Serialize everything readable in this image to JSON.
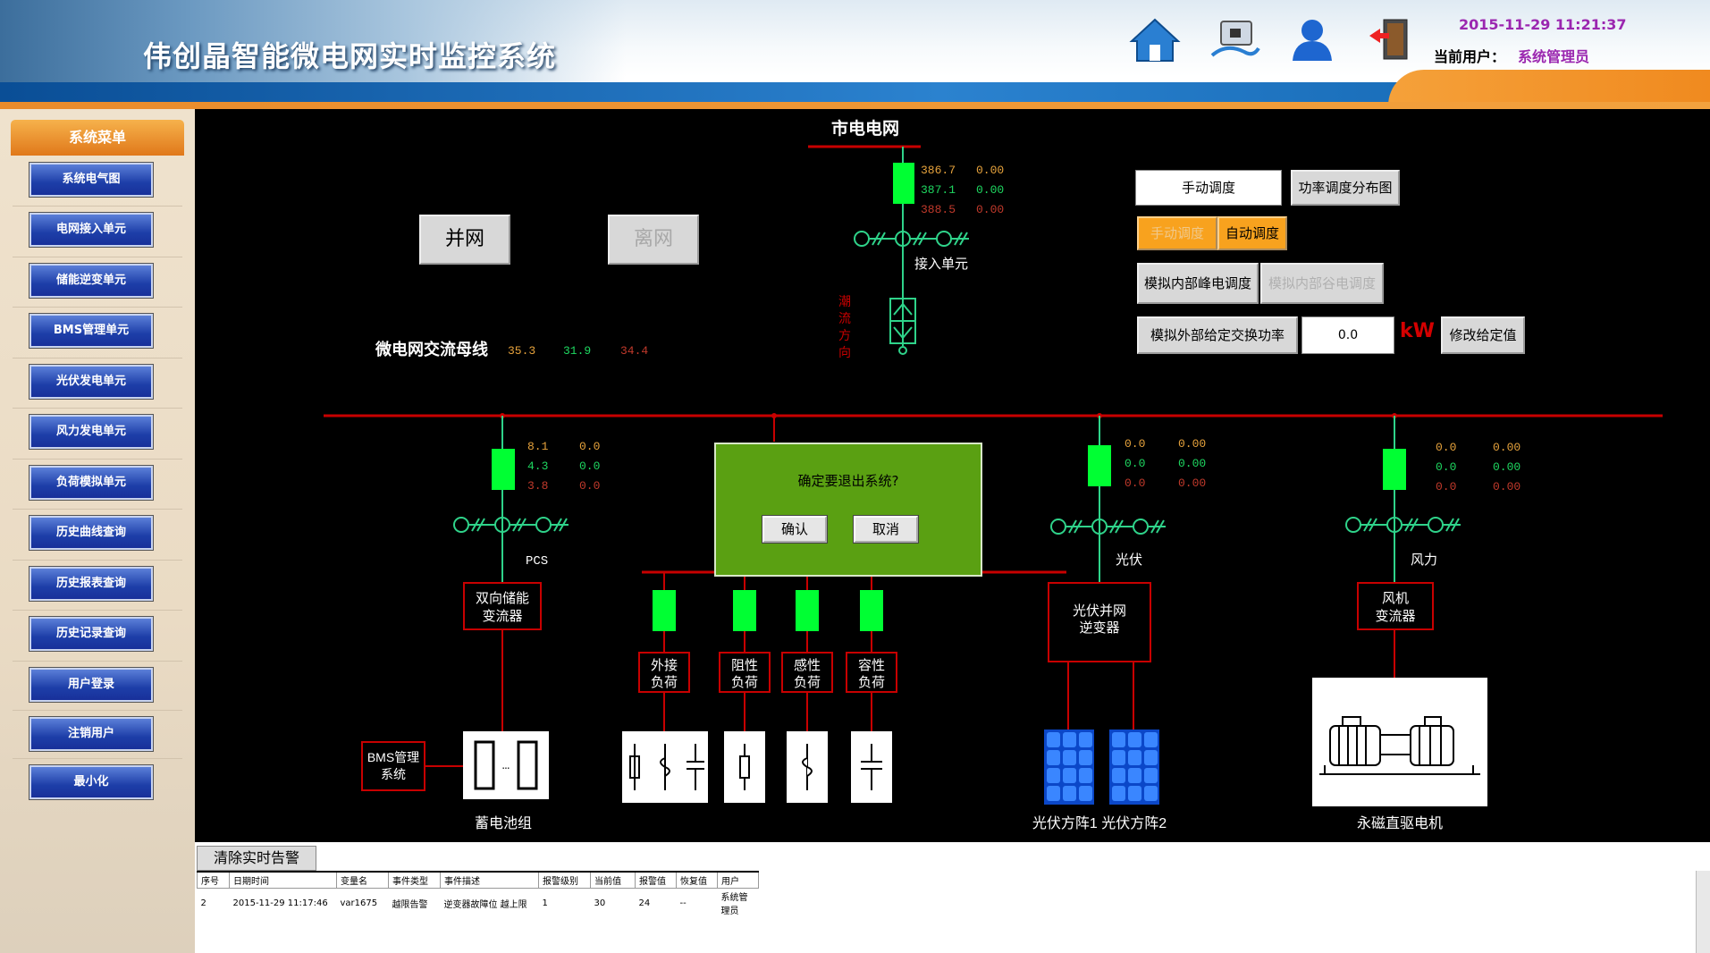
{
  "header": {
    "title": "伟创晶智能微电网实时监控系统",
    "datetime": "2015-11-29 11:21:37",
    "user_label": "当前用户：",
    "user_name": "系统管理员"
  },
  "sidebar": {
    "header": "系统菜单",
    "items": [
      "系统电气图",
      "电网接入单元",
      "储能逆变单元",
      "BMS管理单元",
      "光伏发电单元",
      "风力发电单元",
      "负荷模拟单元",
      "历史曲线查询",
      "历史报表查询",
      "历史记录查询",
      "用户登录",
      "注销用户",
      "最小化"
    ]
  },
  "diagram": {
    "grid_label": "市电电网",
    "grid_values": [
      [
        "386.7",
        "0.00"
      ],
      [
        "387.1",
        "0.00"
      ],
      [
        "388.5",
        "0.00"
      ]
    ],
    "access_unit": "接入单元",
    "flow_label": [
      "潮",
      "流",
      "方",
      "向"
    ],
    "bus_label": "微电网交流母线",
    "bus_values": [
      "35.3",
      "31.9",
      "34.4"
    ],
    "btn_grid": "并网",
    "btn_offgrid": "离网",
    "pcs_values": [
      [
        "8.1",
        "0.0"
      ],
      [
        "4.3",
        "0.0"
      ],
      [
        "3.8",
        "0.0"
      ]
    ],
    "pcs_label": "PCS",
    "pcs_box": [
      "双向储能",
      "变流器"
    ],
    "bms_box": [
      "BMS管理",
      "系统"
    ],
    "battery_label": "蓄电池组",
    "loads": [
      [
        "外接",
        "负荷"
      ],
      [
        "阻性",
        "负荷"
      ],
      [
        "感性",
        "负荷"
      ],
      [
        "容性",
        "负荷"
      ]
    ],
    "pv_values": [
      [
        "0.0",
        "0.00"
      ],
      [
        "0.0",
        "0.00"
      ],
      [
        "0.0",
        "0.00"
      ]
    ],
    "pv_label": "光伏",
    "pv_box": [
      "光伏并网",
      "逆变器"
    ],
    "pv_array_label": "光伏方阵1 光伏方阵2",
    "wind_values": [
      [
        "0.0",
        "0.00"
      ],
      [
        "0.0",
        "0.00"
      ],
      [
        "0.0",
        "0.00"
      ]
    ],
    "wind_label": "风力",
    "wind_box": [
      "风机",
      "变流器"
    ],
    "motor_label": "永磁直驱电机",
    "colors": {
      "orange": "#e6a23c",
      "green": "#1ed760",
      "red": "#c0392b",
      "bus": "#c80000",
      "breaker": "#00ff33",
      "wire": "#2fd38a"
    }
  },
  "control": {
    "manual": "手动调度",
    "power_dist": "功率调度分布图",
    "auto1": "手动调度",
    "auto2": "自动调度",
    "peak": "模拟内部峰电调度",
    "valley": "模拟内部谷电调度",
    "exchange": "模拟外部给定交换功率",
    "exchange_value": "0.0",
    "unit": "kW",
    "modify": "修改给定值"
  },
  "dialog": {
    "message": "确定要退出系统?",
    "confirm": "确认",
    "cancel": "取消"
  },
  "alarm": {
    "clear_btn": "清除实时告警",
    "columns": [
      "序号",
      "日期时间",
      "变量名",
      "事件类型",
      "事件描述",
      "报警级别",
      "当前值",
      "报警值",
      "恢复值",
      "用户"
    ],
    "rows": [
      [
        "2",
        "2015-11-29 11:17:46",
        "var1675",
        "越限告警",
        "逆变器故障位 越上限",
        "1",
        "30",
        "24",
        "--",
        "系统管理员"
      ]
    ]
  }
}
